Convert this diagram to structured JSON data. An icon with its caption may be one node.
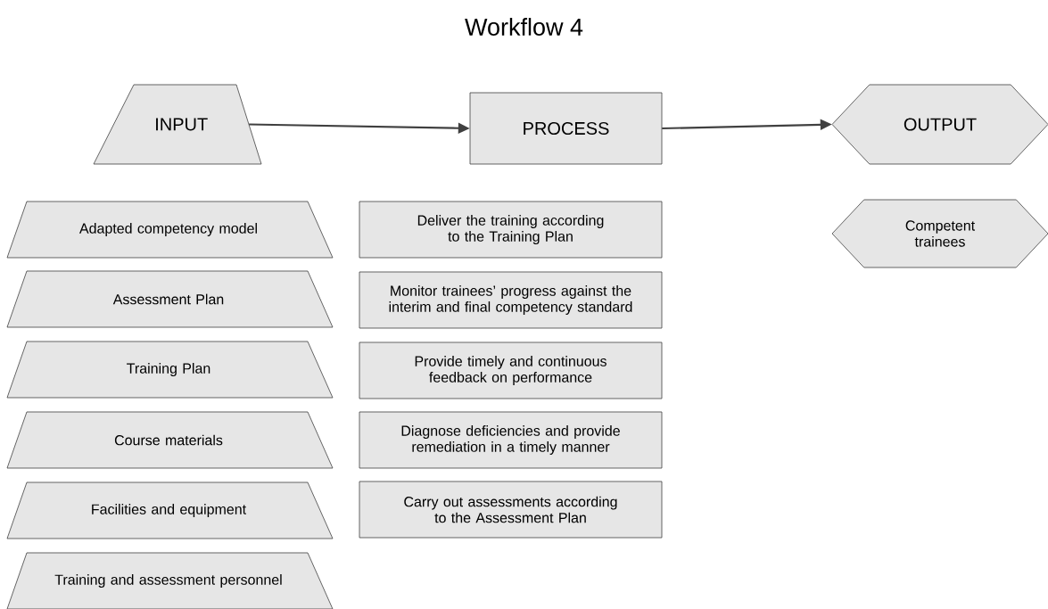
{
  "diagram": {
    "title": "Workflow 4",
    "nodes": [
      {
        "text": [
          "INPUT"
        ]
      },
      {
        "text": [
          "PROCESS"
        ]
      },
      {
        "text": [
          "OUTPUT"
        ]
      },
      {
        "text": [
          "Adapted competency model"
        ]
      },
      {
        "text": [
          "Assessment Plan"
        ]
      },
      {
        "text": [
          "Training Plan"
        ]
      },
      {
        "text": [
          "Course materials"
        ]
      },
      {
        "text": [
          "Facilities and equipment"
        ]
      },
      {
        "text": [
          "Training and assessment personnel"
        ]
      },
      {
        "text": [
          "Deliver the training according to the Training Plan"
        ]
      },
      {
        "text": [
          "Monitor trainees’ progress against the interim and final competency standard"
        ]
      },
      {
        "text": [
          "Provide timely and continuous feedback on performance"
        ]
      },
      {
        "text": [
          "Diagnose deficiencies and provide remediation in a timely manner"
        ]
      },
      {
        "text": [
          "Carry out assessments according to the Assessment Plan"
        ]
      },
      {
        "text": [
          "Competent trainees"
        ]
      }
    ],
    "edges": [
      {
        "from": 0,
        "to": 1,
        "arrow": "to"
      },
      {
        "from": 1,
        "to": 2,
        "arrow": "to"
      }
    ]
  }
}
